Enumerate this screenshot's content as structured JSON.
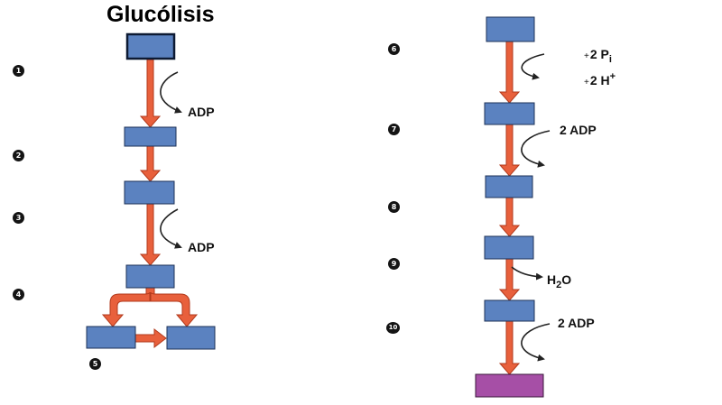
{
  "title": "Glucólisis",
  "colors": {
    "box": "#5b82c0",
    "box_border": "#1c3157",
    "arrow": "#e8603c",
    "final_box": "#a64fa6",
    "step_circle": "#141414"
  },
  "steps": [
    "1",
    "2",
    "3",
    "4",
    "5",
    "6",
    "7",
    "8",
    "9",
    "10"
  ],
  "labels": {
    "adp_1": "ADP",
    "adp_3": "ADP",
    "pi_6": "2 P",
    "pi_6_sub": "i",
    "h_6": "2 H",
    "h_6_sup": "+",
    "plus": "+",
    "adp_7": "2 ADP",
    "h2o_9_h": "H",
    "h2o_9_sub": "2",
    "h2o_9_o": "O",
    "adp_10": "2 ADP"
  }
}
